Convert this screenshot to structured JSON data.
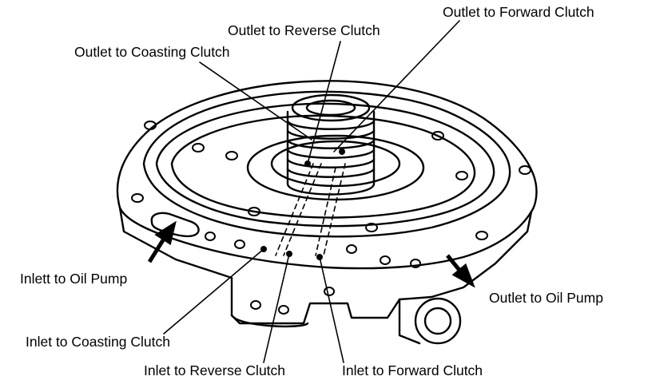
{
  "labels": {
    "outlet_forward_clutch": "Outlet to Forward Clutch",
    "outlet_reverse_clutch": "Outlet to Reverse Clutch",
    "outlet_coasting_clutch": "Outlet to Coasting Clutch",
    "inlet_oil_pump": "Inlett to Oil Pump",
    "outlet_oil_pump": "Outlet to Oil Pump",
    "inlet_coasting_clutch": "Inlet to Coasting Clutch",
    "inlet_reverse_clutch": "Inlet to Reverse Clutch",
    "inlet_forward_clutch": "Inlet to Forward Clutch"
  }
}
